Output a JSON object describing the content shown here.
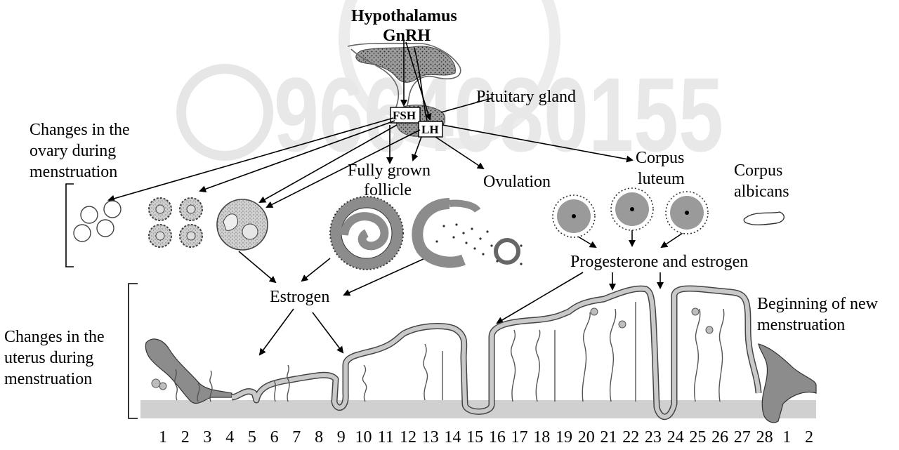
{
  "hormones": {
    "hypothalamus": "Hypothalamus",
    "gnrh": "GnRH",
    "fsh": "FSH",
    "lh": "LH",
    "pituitary": "Pituitary gland"
  },
  "ovary": {
    "section_title": [
      "Changes in the",
      "ovary during",
      "menstruation"
    ],
    "fully_grown": "Fully  grown",
    "follicle": "follicle",
    "ovulation": "Ovulation",
    "corpus_luteum": [
      "Corpus",
      "luteum"
    ],
    "corpus_albicans": [
      "Corpus",
      "albicans"
    ]
  },
  "hormone_products": {
    "progesterone_estrogen": "Progesterone and estrogen",
    "estrogen": "Estrogen"
  },
  "uterus": {
    "section_title": [
      "Changes in the",
      "uterus during",
      "menstruation"
    ],
    "new_cycle": [
      "Beginning of new",
      "menstruation"
    ]
  },
  "watermark": {
    "number": "9664080155"
  },
  "days": [
    "1",
    "2",
    "3",
    "4",
    "5",
    "6",
    "7",
    "8",
    "9",
    "10",
    "11",
    "12",
    "13",
    "14",
    "15",
    "16",
    "17",
    "18",
    "19",
    "20",
    "21",
    "22",
    "23",
    "24",
    "25",
    "26",
    "27",
    "28",
    "1",
    "2"
  ]
}
